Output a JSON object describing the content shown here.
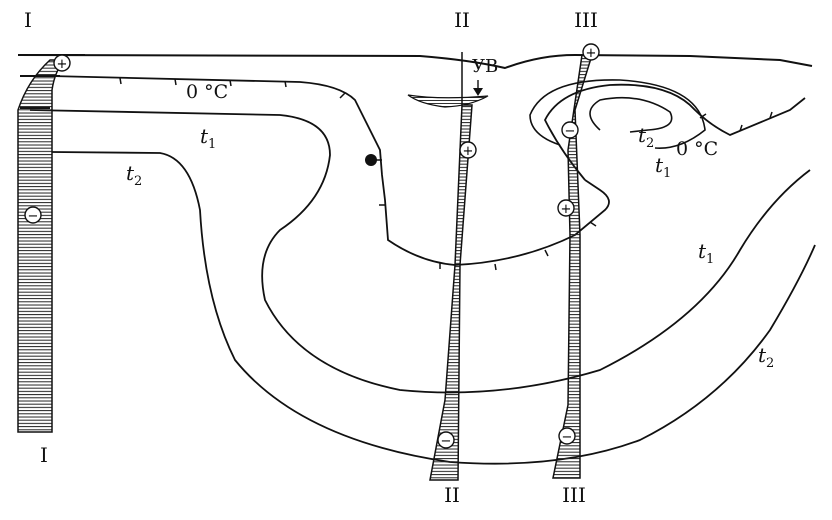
{
  "sections": [
    {
      "label_top": "I",
      "label_bottom": "I"
    },
    {
      "label_top": "II",
      "label_bottom": "II"
    },
    {
      "label_top": "III",
      "label_bottom": "III"
    }
  ],
  "isotherms": {
    "zero": "0 °C",
    "t1": "t",
    "t1_sub": "1",
    "t2": "t",
    "t2_sub": "2"
  },
  "water_level": "УВ",
  "signs": {
    "plus": "+",
    "minus": "−"
  }
}
